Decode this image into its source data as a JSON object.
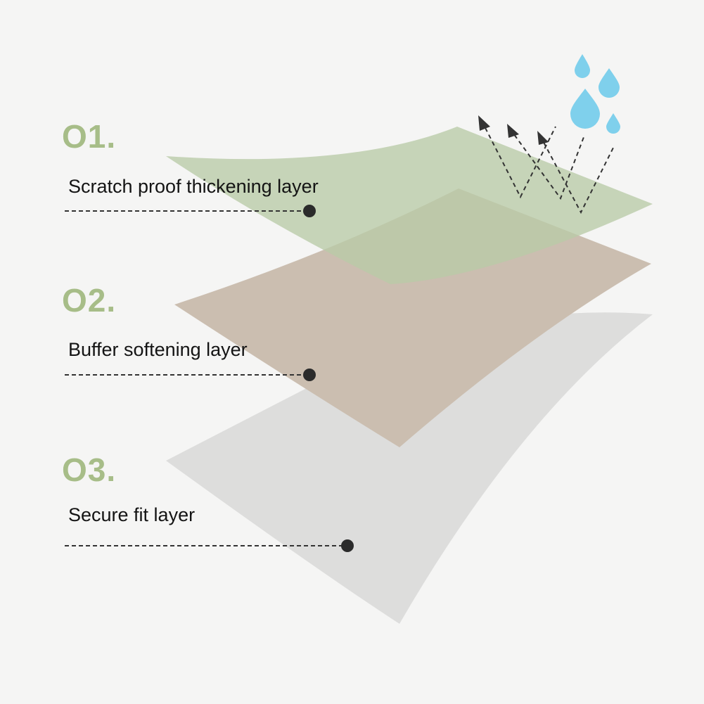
{
  "colors": {
    "background": "#f5f5f4",
    "layer_top": "#c7d7b9",
    "layer_middle": "#cbbeb0",
    "layer_bottom": "#dddddc",
    "number_green": "#a7bd88",
    "water_blue": "#7fd0ec",
    "leader_line": "#333333"
  },
  "layers": [
    {
      "number": "O1.",
      "label": "Scratch proof thickening layer"
    },
    {
      "number": "O2.",
      "label": "Buffer softening layer"
    },
    {
      "number": "O3.",
      "label": "Secure fit layer"
    }
  ],
  "icons": [
    "water-drop-icon",
    "arrow-up-icon"
  ]
}
